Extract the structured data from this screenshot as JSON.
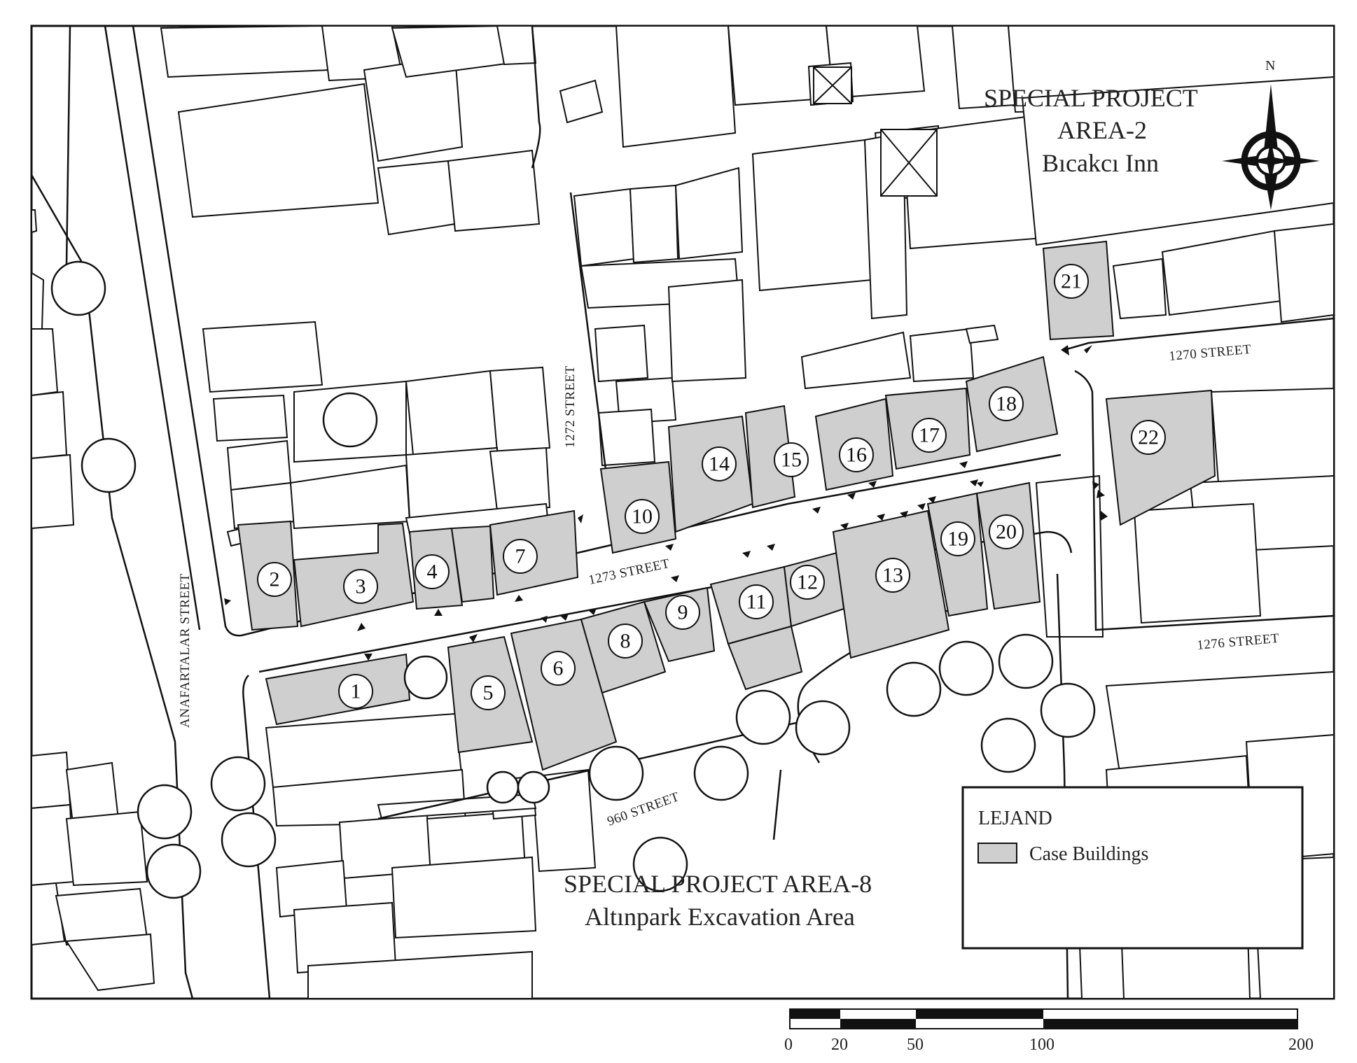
{
  "areas": {
    "spa2_line1": "SPECIAL PROJECT",
    "spa2_line2": "AREA-2",
    "spa2_line3": "Bıcakcı Inn",
    "spa8_line1": "SPECIAL PROJECT AREA-8",
    "spa8_line2": "Altınpark Excavation Area"
  },
  "streets": {
    "anafartalar": "ANAFARTALAR STREET",
    "s1272": "1272 STREET",
    "s1273": "1273 STREET",
    "s1270": "1270 STREET",
    "s1276": "1276 STREET",
    "s960": "960 STREET"
  },
  "north": "N",
  "legend": {
    "title": "LEJAND",
    "item": "Case Buildings",
    "item_color": "#cfcfcf"
  },
  "scale": {
    "ticks": [
      "0",
      "20",
      "50",
      "100",
      "200"
    ]
  },
  "buildings": [
    "1",
    "2",
    "3",
    "4",
    "5",
    "6",
    "7",
    "8",
    "9",
    "10",
    "11",
    "12",
    "13",
    "14",
    "15",
    "16",
    "17",
    "18",
    "19",
    "20",
    "21",
    "22"
  ],
  "icons": {
    "north_arrow": "compass-rose-icon",
    "tree": "tree-circle-icon",
    "entrance": "entrance-triangle-icon"
  }
}
